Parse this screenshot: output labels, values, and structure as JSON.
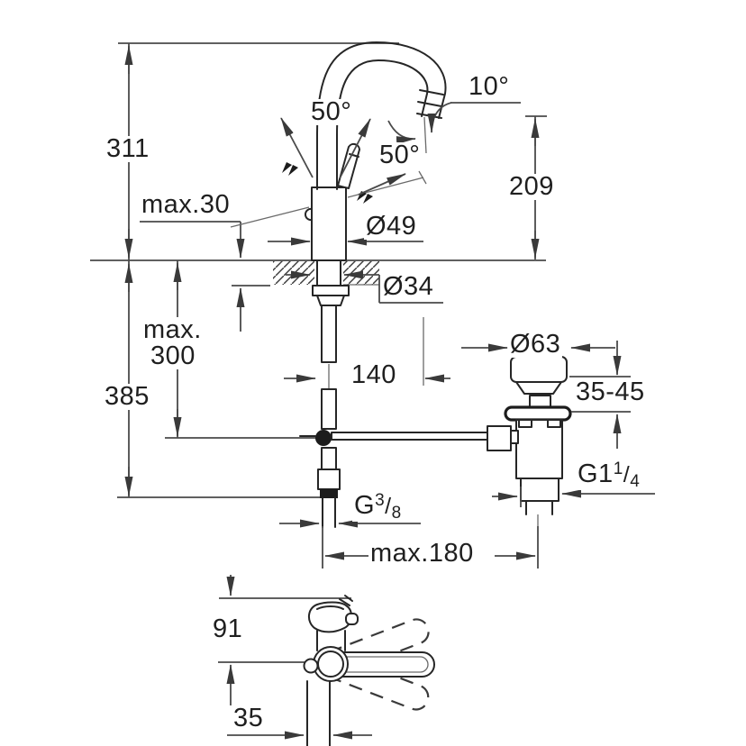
{
  "drawing_type": "faucet-installation-dimension-diagram",
  "colors": {
    "background": "#ffffff",
    "object_line": "#262626",
    "dimension_line": "#4a4a4a",
    "text": "#1f1f1f"
  },
  "labels": {
    "dim_311": "311",
    "dim_max30": "max.30",
    "dim_max300_word": "max.",
    "dim_max300_num": "300",
    "dim_385": "385",
    "angle_50_left": "50°",
    "angle_50_right": "50°",
    "angle_10": "10°",
    "dim_209": "209",
    "dia_49": "Ø49",
    "dia_34": "Ø34",
    "dim_140": "140",
    "dia_63": "Ø63",
    "dim_35_45": "35-45",
    "thread_g114": {
      "base": "G1",
      "sup": "1",
      "slash": "/",
      "sub": "4"
    },
    "thread_g38": {
      "base": "G",
      "sup": "3",
      "slash": "/",
      "sub": "8"
    },
    "dim_max180": "max.180",
    "dim_91": "91",
    "dim_35": "35"
  }
}
